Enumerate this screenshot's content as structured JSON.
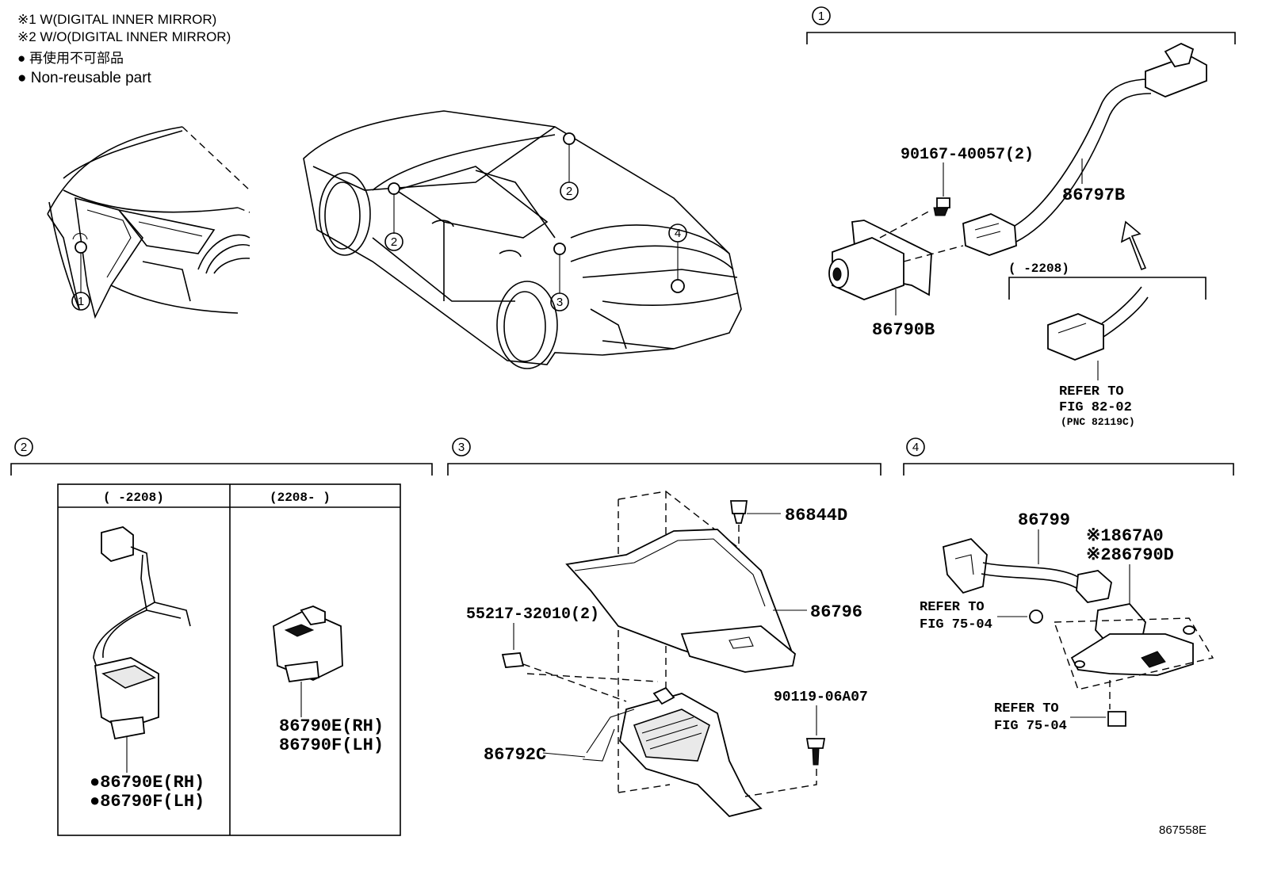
{
  "legend": {
    "note1": "※1 W(DIGITAL INNER MIRROR)",
    "note2": "※2 W/O(DIGITAL INNER MIRROR)",
    "nonreusable_jp": "● 再使用不可部品",
    "nonreusable_en": "● Non-reusable part"
  },
  "callouts": {
    "one": "1",
    "two": "2",
    "three": "3",
    "four": "4"
  },
  "section1": {
    "label": "1",
    "bolt": "90167-40057(2)",
    "harness": "86797B",
    "camera": "86790B",
    "range": "(     -2208)",
    "refer_line1": "REFER TO",
    "refer_line2": "FIG 82-02",
    "refer_line3": "(PNC 82119C)"
  },
  "section2": {
    "label": "2",
    "col1_header": "(     -2208)",
    "col2_header": "(2208-     )",
    "col1_part_rh": "●86790E(RH)",
    "col1_part_lh": "●86790F(LH)",
    "col2_part_rh": "86790E(RH)",
    "col2_part_lh": "86790F(LH)"
  },
  "section3": {
    "label": "3",
    "clip_top": "86844D",
    "cover": "86796",
    "nut": "55217-32010(2)",
    "screw": "90119-06A07",
    "ecu": "86792C"
  },
  "section4": {
    "label": "4",
    "harness": "86799",
    "cam_w": "※1867A0",
    "cam_wo": "※286790D",
    "refer1_line1": "REFER TO",
    "refer1_line2": "FIG 75-04",
    "refer2_line1": "REFER TO",
    "refer2_line2": "FIG 75-04"
  },
  "figure_code": "867558E"
}
